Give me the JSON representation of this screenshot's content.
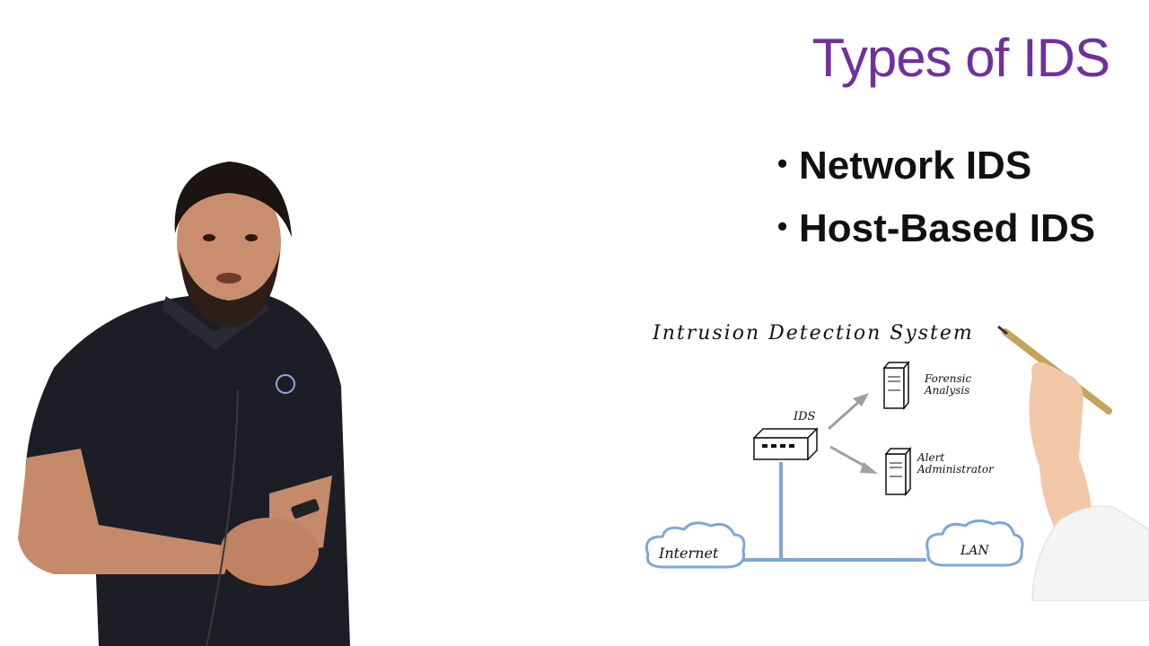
{
  "slide": {
    "title": "Types of IDS",
    "bullets": [
      {
        "label": "Network IDS"
      },
      {
        "label": "Host-Based IDS"
      }
    ]
  },
  "diagram": {
    "title": "Intrusion Detection System",
    "ids_label": "IDS",
    "forensic_label_line1": "Forensic",
    "forensic_label_line2": "Analysis",
    "alert_label_line1": "Alert",
    "alert_label_line2": "Administrator",
    "internet_label": "Internet",
    "lan_label": "LAN"
  },
  "colors": {
    "title": "#7030a0",
    "link_line": "#7da7d9",
    "arrow": "#a0a0a0",
    "shirt": "#1d1d26"
  }
}
